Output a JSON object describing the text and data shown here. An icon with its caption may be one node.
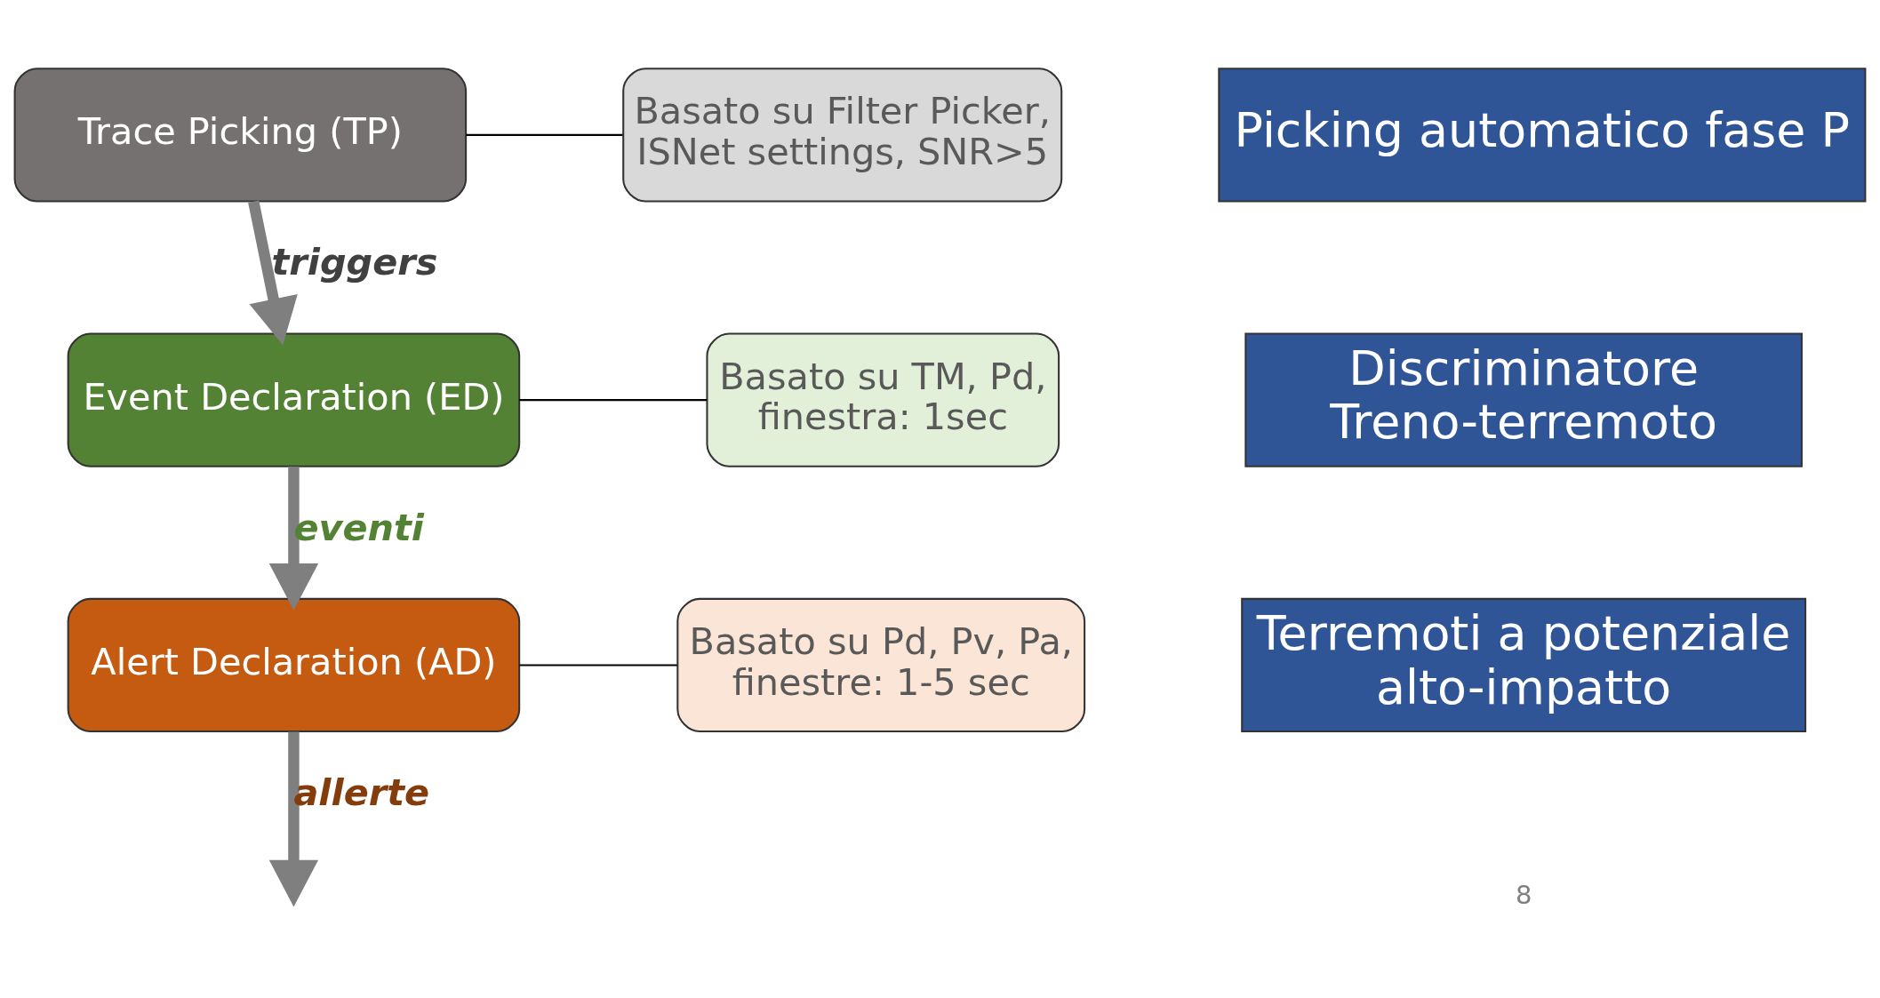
{
  "diagram": {
    "nodes": [
      {
        "text": [
          "Trace Picking (TP)"
        ]
      },
      {
        "text": [
          "Basato su Filter Picker, ISNet settings, SNR>5"
        ]
      },
      {
        "text": [
          "Picking automatico fase P"
        ]
      },
      {
        "text": [
          "Event Declaration (ED)"
        ]
      },
      {
        "text": [
          "Basato su TM, Pd, finestra: 1sec"
        ]
      },
      {
        "text": [
          "Discriminatore Treno-terremoto"
        ]
      },
      {
        "text": [
          "Alert Declaration (AD)"
        ]
      },
      {
        "text": [
          "Basato su Pd, Pv, Pa, finestre: 1-5 sec"
        ]
      },
      {
        "text": [
          "Terremoti a potenziale alto-impatto"
        ]
      }
    ],
    "edges": [
      {
        "from": 0,
        "to": 1,
        "arrow": "none"
      },
      {
        "from": 0,
        "to": 3,
        "arrow": "to",
        "label": "triggers",
        "style": "thick",
        "color": "#7f7f7f"
      },
      {
        "from": 3,
        "to": 4,
        "arrow": "none"
      },
      {
        "from": 3,
        "to": 6,
        "arrow": "to",
        "label": "eventi",
        "style": "thick",
        "color": "#7f7f7f"
      },
      {
        "from": 6,
        "to": 7,
        "arrow": "none"
      },
      {
        "from": 6,
        "to": null,
        "arrow": "to",
        "label": "allerte",
        "style": "thick",
        "color": "#7f7f7f"
      }
    ],
    "labels": [
      "8"
    ]
  }
}
